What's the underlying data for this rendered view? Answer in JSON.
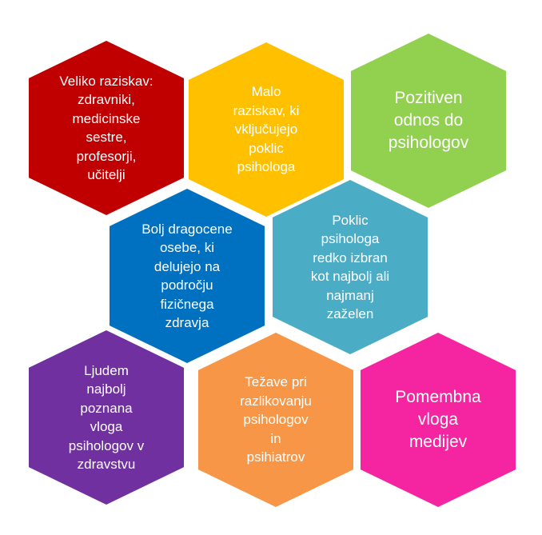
{
  "hexagons": [
    {
      "id": "veliko-raziskav",
      "color": "#C00000",
      "big": false,
      "lines": [
        "Veliko raziskav:",
        "zdravniki,",
        "medicinske",
        "sestre,",
        "profesorji,",
        "učitelji"
      ]
    },
    {
      "id": "malo-raziskav",
      "color": "#FFC000",
      "big": false,
      "lines": [
        "Malo",
        "raziskav, ki",
        "vključujejo",
        "poklic",
        "psihologa"
      ]
    },
    {
      "id": "pozitiven-odnos",
      "color": "#92D050",
      "big": true,
      "lines": [
        "Pozitiven",
        "odnos do",
        "psihologov"
      ]
    },
    {
      "id": "bolj-dragocene",
      "color": "#0070C0",
      "big": false,
      "lines": [
        "Bolj dragocene",
        "osebe, ki",
        "delujejo na",
        "področju",
        "fizičnega",
        "zdravja"
      ]
    },
    {
      "id": "poklic-psihologa",
      "color": "#4BACC6",
      "big": false,
      "lines": [
        "Poklic",
        "psihologa",
        "redko izbran",
        "kot najbolj ali",
        "najmanj",
        "zaželen"
      ]
    },
    {
      "id": "ljudem-najbolj",
      "color": "#7030A0",
      "big": false,
      "lines": [
        "Ljudem",
        "najbolj",
        "poznana",
        "vloga",
        "psihologov v",
        "zdravstvu"
      ]
    },
    {
      "id": "tezave-pri",
      "color": "#F79646",
      "big": false,
      "lines": [
        "Težave pri",
        "razlikovanju",
        "psihologov",
        "in",
        "psihiatrov"
      ]
    },
    {
      "id": "pomembna-vloga",
      "color": "#F524A0",
      "big": true,
      "lines": [
        "Pomembna",
        "vloga",
        "medijev"
      ]
    }
  ]
}
